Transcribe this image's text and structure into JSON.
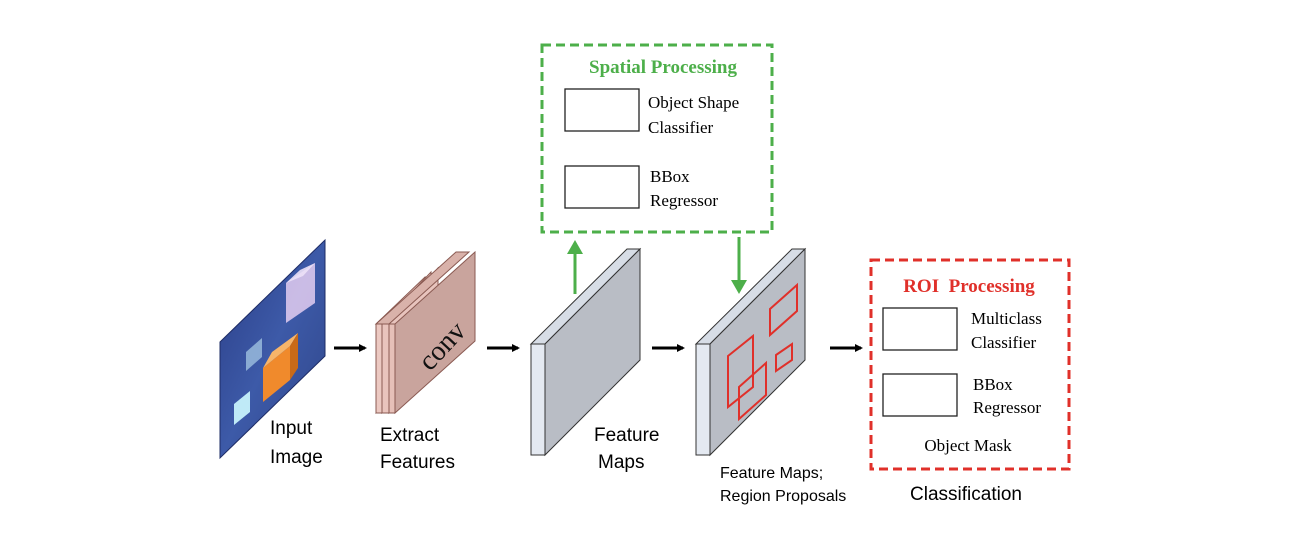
{
  "colors": {
    "green": "#4daf4a",
    "red": "#e0302a",
    "conv_face": "#c9a49d",
    "conv_side": "#e8c4bd",
    "feature_face": "#b8bcc4",
    "feature_side": "#e3e8f0",
    "input_bg": "#33478a",
    "arrow": "#000000"
  },
  "stages": {
    "input_image": {
      "line1": "Input",
      "line2": "Image"
    },
    "extract_features": {
      "line1": "Extract",
      "line2": "Features",
      "conv_text": "conv"
    },
    "feature_maps": {
      "line1": "Feature",
      "line2": "Maps"
    },
    "region_proposals": {
      "line1": "Feature Maps;",
      "line2": "Region Proposals"
    },
    "classification": {
      "label": "Classification"
    }
  },
  "spatial_processing": {
    "title": "Spatial Processing",
    "items": [
      {
        "line1": "Object Shape",
        "line2": "Classifier"
      },
      {
        "line1": "BBox",
        "line2": "Regressor"
      }
    ]
  },
  "roi_processing": {
    "title": "ROI  Processing",
    "items": [
      {
        "line1": "Multiclass",
        "line2": "Classifier"
      },
      {
        "line1": "BBox",
        "line2": "Regressor"
      }
    ],
    "footer": "Object Mask"
  }
}
